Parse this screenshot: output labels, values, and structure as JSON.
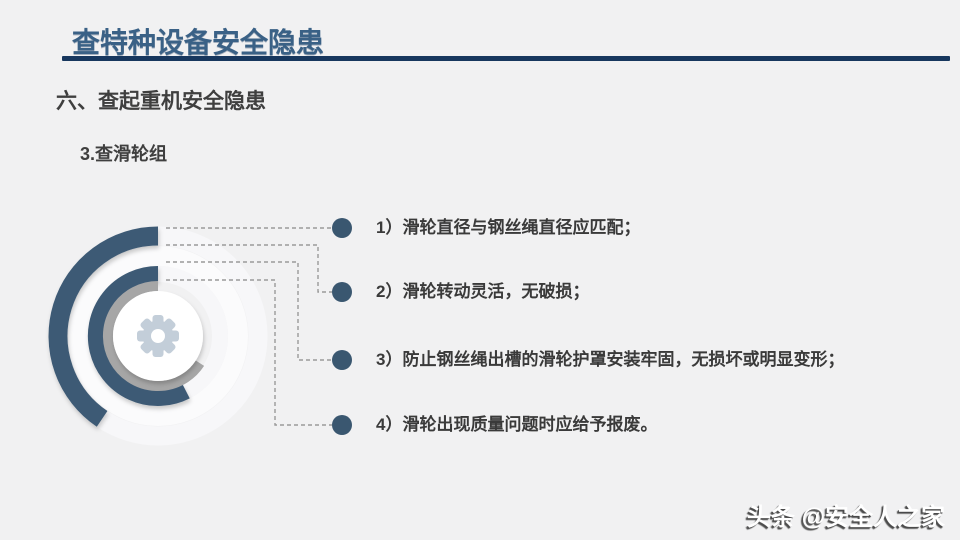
{
  "slide": {
    "header": {
      "title": "查特种设备安全隐患"
    },
    "section_title": "六、查起重机安全隐患",
    "subsection_title": "3.查滑轮组",
    "bullets": [
      {
        "label": "1）滑轮直径与钢丝绳直径应匹配；"
      },
      {
        "label": "2）滑轮转动灵活，无破损；"
      },
      {
        "label": "3）防止钢丝绳出槽的滑轮护罩安装牢固，无损坏或明显变形；"
      },
      {
        "label": "4）滑轮出现质量问题时应给予报废。"
      }
    ],
    "watermark": "头条 @安全人之家",
    "icons": {
      "hub": "gear-icon"
    },
    "colors": {
      "background": "#f1f1f2",
      "title_text": "#3a6186",
      "title_rule": "#17375e",
      "heading_text": "#3f3f3f",
      "body_text": "#3a3a3a",
      "arc_dark": "#3d5a74",
      "arc_gray": "#a6a6a6",
      "gear": "#c3ced9",
      "hub_fill": "#ffffff",
      "bullet_dot": "#3a5770",
      "connector": "#9a9a9a",
      "watermark_text": "#ffffff"
    }
  }
}
